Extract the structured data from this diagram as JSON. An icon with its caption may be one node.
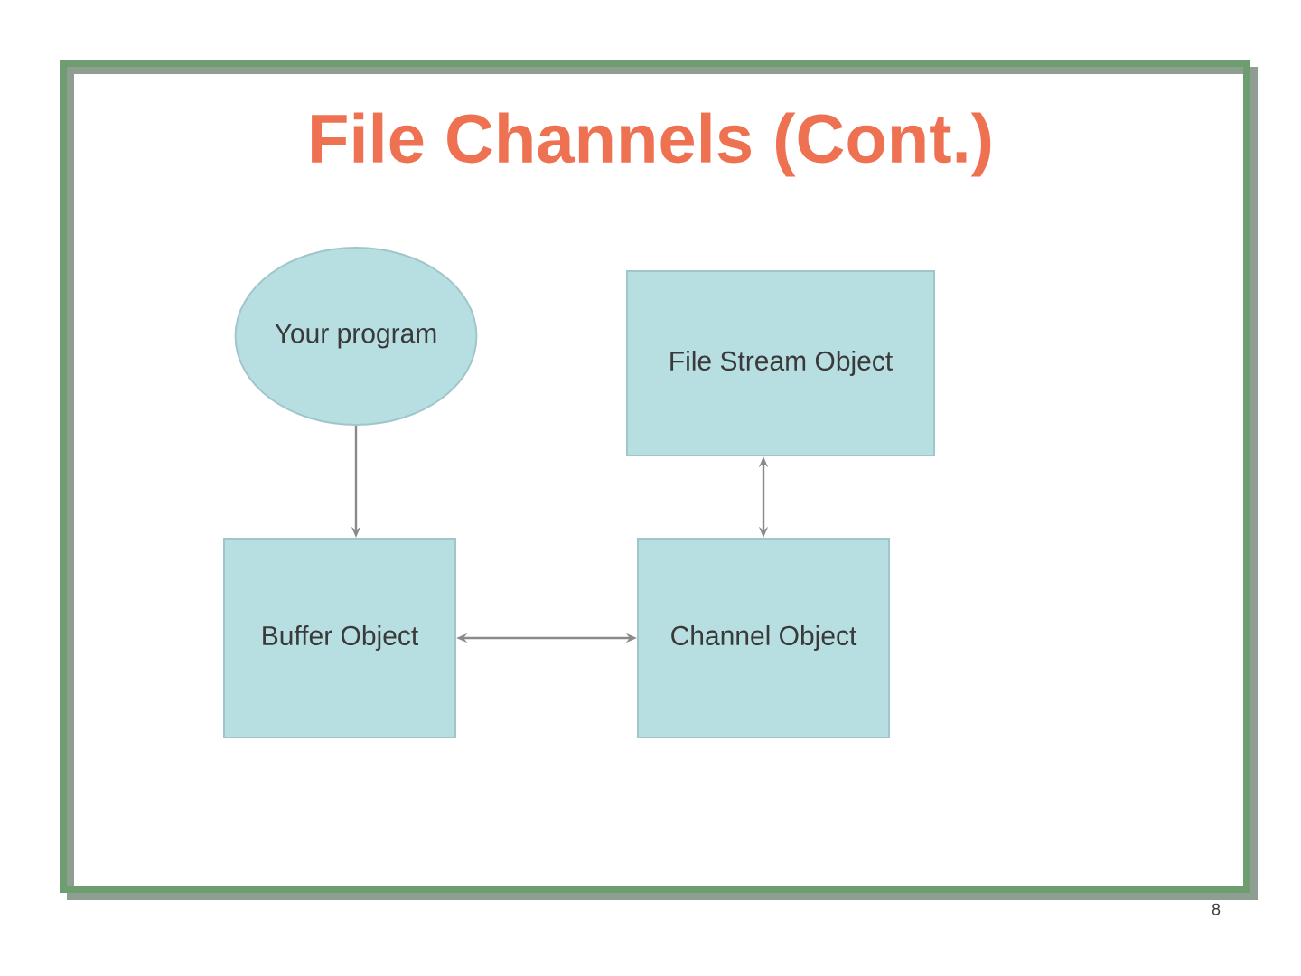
{
  "diagram": {
    "title": "File Channels (Cont.)",
    "nodes": [
      {
        "text": [
          "Your program"
        ]
      },
      {
        "text": [
          "File Stream Object"
        ]
      },
      {
        "text": [
          "Buffer Object"
        ]
      },
      {
        "text": [
          "Channel Object"
        ]
      }
    ],
    "edges": [
      {
        "from": 0,
        "to": 2,
        "arrow": "to"
      },
      {
        "from": 2,
        "to": 3,
        "arrow": "both"
      },
      {
        "from": 3,
        "to": 1,
        "arrow": "both"
      }
    ],
    "labels": [
      "8"
    ]
  }
}
